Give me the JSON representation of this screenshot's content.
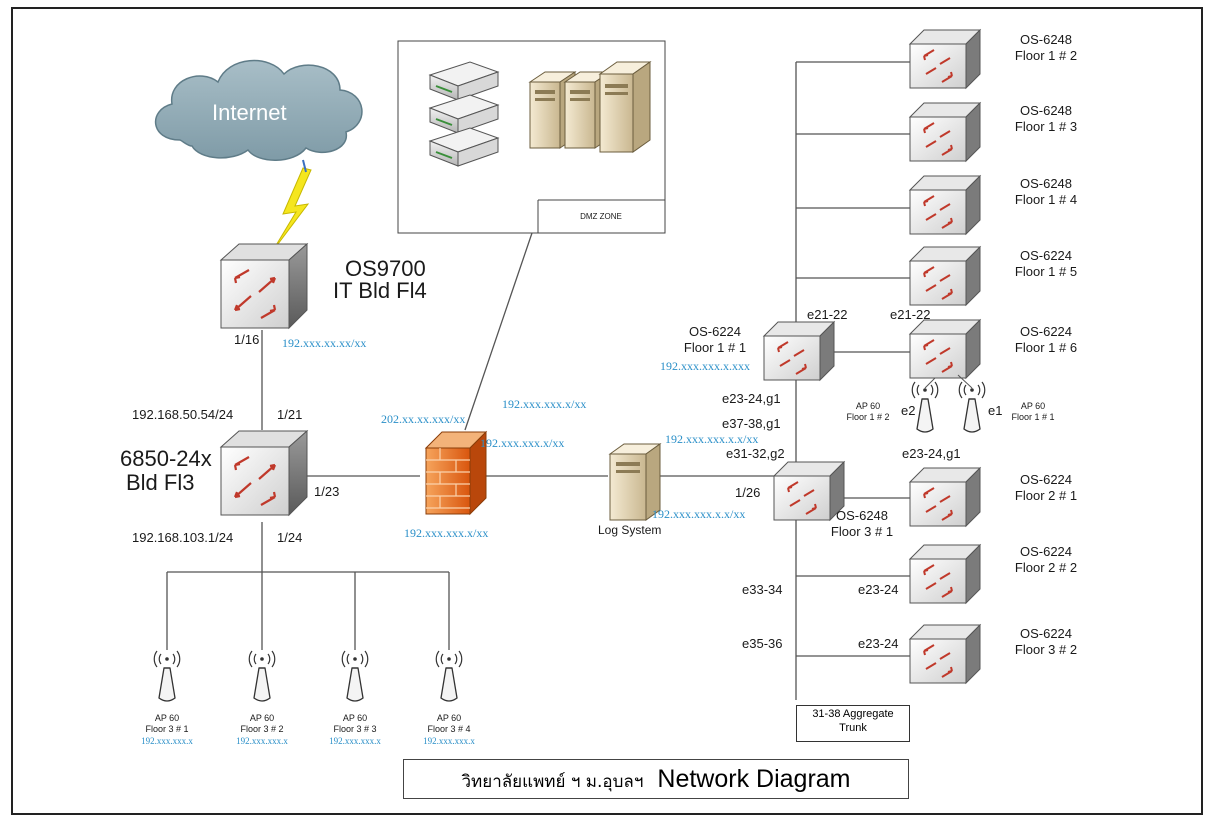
{
  "diagram": {
    "title_thai": "วิทยาลัยแพทย์ ฯ ม.อุบลฯ",
    "title_en": "Network Diagram",
    "internet_label": "Internet",
    "dmz_label": "DMZ ZONE",
    "core": {
      "name_line1": "OS9700",
      "name_line2": "IT Bld Fl4",
      "port": "1/16",
      "ip": "192.xxx.xx.xx/xx"
    },
    "dist": {
      "name_line1": "6850-24x",
      "name_line2": "Bld  Fl3",
      "ip_top": "192.168.50.54/24",
      "port_top": "1/21",
      "port_fw": "1/23",
      "ip_bottom": "192.168.103.1/24",
      "port_bottom": "1/24"
    },
    "firewall": {
      "ip_dmz": "202.xx.xx.xxx/xx",
      "ip_inner": "192.xxx.xxx.x/xx",
      "ip_bottom": "192.xxx.xxx.x/xx",
      "ip_dmz_right": "192.xxx.xxx.x/xx"
    },
    "log_system": {
      "label": "Log System",
      "ip_left": "192.xxx.xxx.x.x/xx",
      "ip_right": "192.xxx.xxx.x.x/xx",
      "port": "1/26"
    },
    "sw_f11": {
      "name_line1": "OS-6224",
      "name_line2": "Floor 1 # 1",
      "ip": "192.xxx.xxx.x.xxx",
      "port_top": "e21-22",
      "port_bottom1": "e23-24,g1",
      "port_bottom2": "e37-38,g1"
    },
    "sw_f31": {
      "name_line1": "OS-6248",
      "name_line2": "Floor 3 # 1",
      "port_top": "e31-32,g2",
      "port_e33": "e33-34",
      "port_e35": "e35-36"
    },
    "sw_f16": {
      "name_line1": "OS-6224",
      "name_line2": "Floor 1 # 6",
      "port_left": "e21-22",
      "port_bottom": "e23-24,g1",
      "ap_left_port": "e2",
      "ap_right_port": "e1"
    },
    "ap_f12": {
      "line1": "AP 60",
      "line2": "Floor 1 # 2"
    },
    "ap_f11": {
      "line1": "AP 60",
      "line2": "Floor 1 # 1"
    },
    "right_switches": [
      {
        "name_line1": "OS-6248",
        "name_line2": "Floor 1 # 2",
        "port": ""
      },
      {
        "name_line1": "OS-6248",
        "name_line2": "Floor 1 # 3",
        "port": ""
      },
      {
        "name_line1": "OS-6248",
        "name_line2": "Floor 1 # 4",
        "port": ""
      },
      {
        "name_line1": "OS-6224",
        "name_line2": "Floor 1 # 5",
        "port": ""
      },
      {
        "name_line1": "OS-6224",
        "name_line2": "Floor 2 # 1",
        "port": ""
      },
      {
        "name_line1": "OS-6224",
        "name_line2": "Floor 2 # 2",
        "port": "e23-24"
      },
      {
        "name_line1": "OS-6224",
        "name_line2": "Floor 3 # 2",
        "port": "e23-24"
      }
    ],
    "floor3_aps": [
      {
        "line1": "AP 60",
        "line2": "Floor 3 # 1",
        "ip": "192.xxx.xxx.x"
      },
      {
        "line1": "AP 60",
        "line2": "Floor 3 # 2",
        "ip": "192.xxx.xxx.x"
      },
      {
        "line1": "AP 60",
        "line2": "Floor 3 # 3",
        "ip": "192.xxx.xxx.x"
      },
      {
        "line1": "AP 60",
        "line2": "Floor 3 # 4",
        "ip": "192.xxx.xxx.x"
      }
    ],
    "aggregate_line1": "31-38 Aggregate",
    "aggregate_line2": "Trunk",
    "colors": {
      "ip_text": "#2a8fc8",
      "cloud": "#8fa9b4",
      "switch_arrow": "#c0392b",
      "firewall": "#e8731e",
      "lightning": "#f5e61e"
    }
  }
}
